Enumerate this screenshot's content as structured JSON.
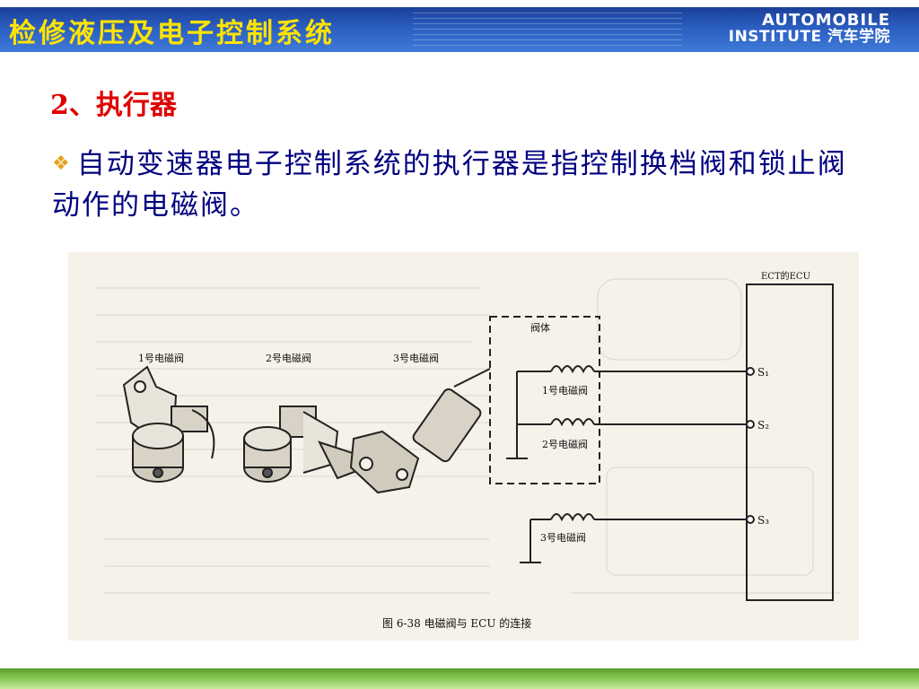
{
  "header": {
    "title": "检修液压及电子控制系统",
    "logo_line1": "AUTOMOBILE",
    "logo_line2": "INSTITUTE 汽车学院"
  },
  "section": {
    "title": "2、执行器"
  },
  "bullet": {
    "icon": "diamond-cluster-icon",
    "text": "自动变速器电子控制系统的执行器是指控制换档阀和锁止阀动作的电磁阀。"
  },
  "figure": {
    "valve_labels": [
      "1号电磁阀",
      "2号电磁阀",
      "3号电磁阀"
    ],
    "valve_body_label": "阀体",
    "circuit_labels": [
      "1号电磁阀",
      "2号电磁阀",
      "3号电磁阀"
    ],
    "ecu_label": "ECT的ECU",
    "terminals": [
      "S₁",
      "S₂",
      "S₃"
    ],
    "caption": "图 6-38    电磁阀与 ECU 的连接"
  },
  "colors": {
    "header_band": "#2a5ec0",
    "header_title": "#ffe400",
    "section_title": "#e00000",
    "body_text": "#000080",
    "footer_bar": "#7dc24a"
  }
}
